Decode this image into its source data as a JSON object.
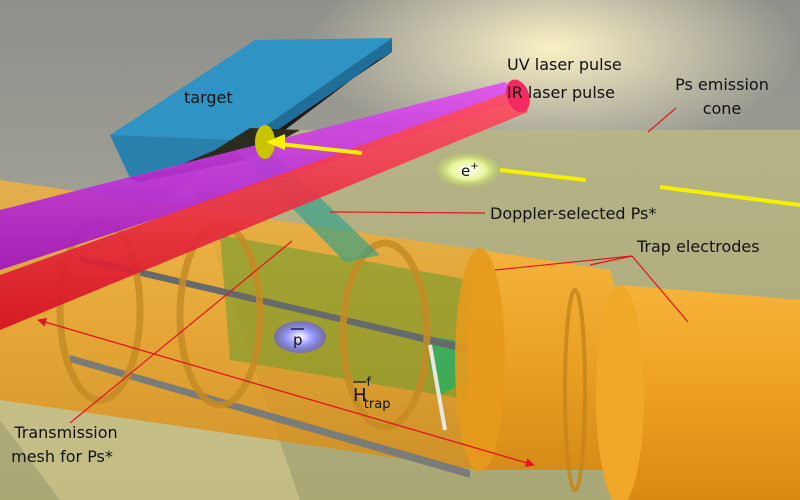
{
  "labels": {
    "target": "target",
    "uv_laser": "UV laser pulse",
    "ir_laser": "IR laser pulse",
    "ps_cone_1": "Ps emission",
    "ps_cone_2": "cone",
    "doppler": "Doppler-selected Ps*",
    "trap_electrodes": "Trap electrodes",
    "mesh_1": "Transmission",
    "mesh_2": "mesh for Ps*"
  },
  "particles": {
    "positron_base": "e",
    "positron_sup": "+",
    "antiproton": "p",
    "antihydrogen_base": "H",
    "antihydrogen_sup": "f",
    "antihydrogen_sub": "trap"
  },
  "colors": {
    "annotation": "#e3151b",
    "uv_laser": "#c419e0",
    "ir_laser": "#ef1c2c",
    "trap": "#f0a21f",
    "target": "#2f93c4",
    "positron_beam": "#f4f000",
    "positron_glow": "#eaf59a",
    "antiproton": "#7b78f2",
    "mesh_green": "#2fae5f"
  }
}
